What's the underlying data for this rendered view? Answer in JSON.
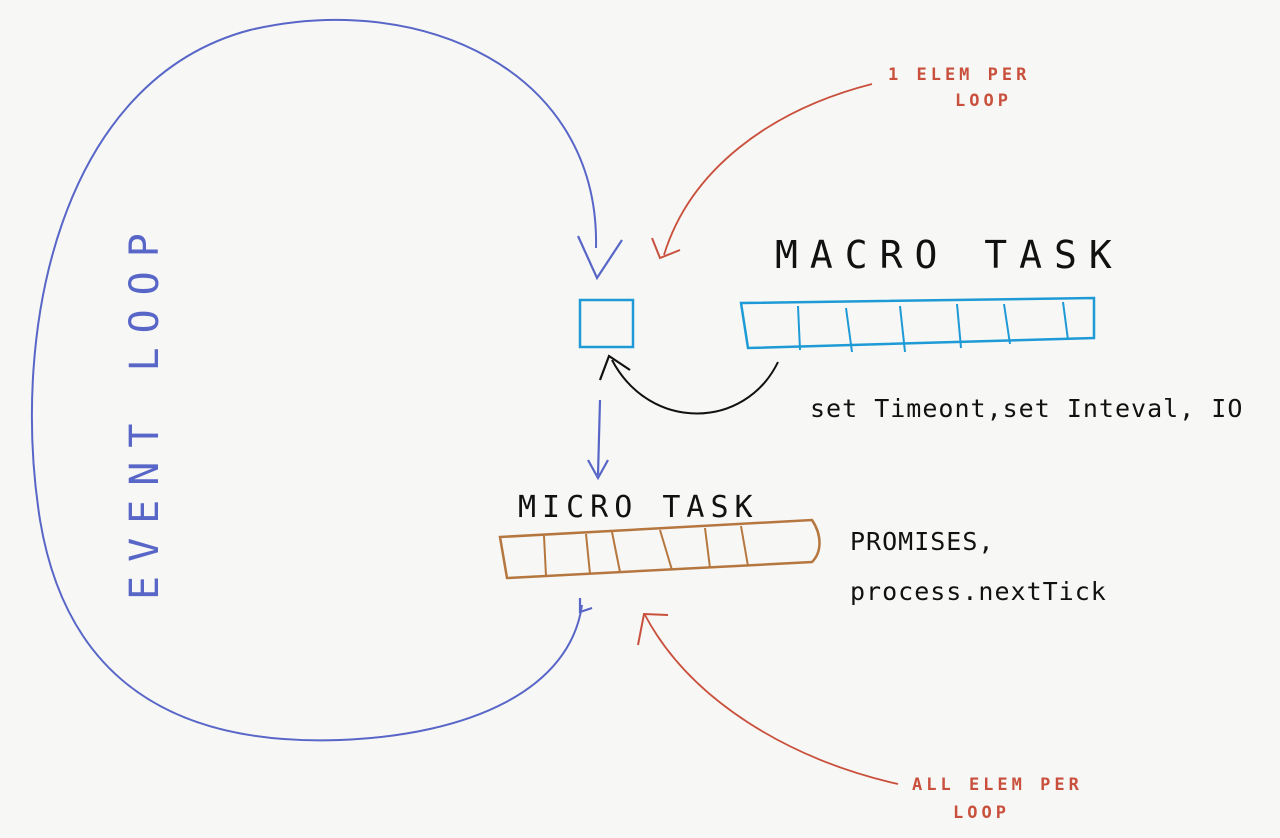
{
  "labels": {
    "event_loop": "EVENT LOOP",
    "macro_task": "MACRO TASK",
    "macro_sources": "set Timeont,set Inteval, IO",
    "micro_task": "MICRO TASK",
    "micro_sources_line1": "PROMISES,",
    "micro_sources_line2": "process.nextTick",
    "macro_note_line1": "1 ELEM PER",
    "macro_note_line2": "LOOP",
    "micro_note_line1": "ALL ELEM PER",
    "micro_note_line2": "LOOP"
  },
  "colors": {
    "loop_arrow": "#5866c8",
    "macro_queue": "#1e9ad6",
    "micro_queue": "#b5773f",
    "annotation": "#c9503c",
    "ink": "#111111"
  }
}
